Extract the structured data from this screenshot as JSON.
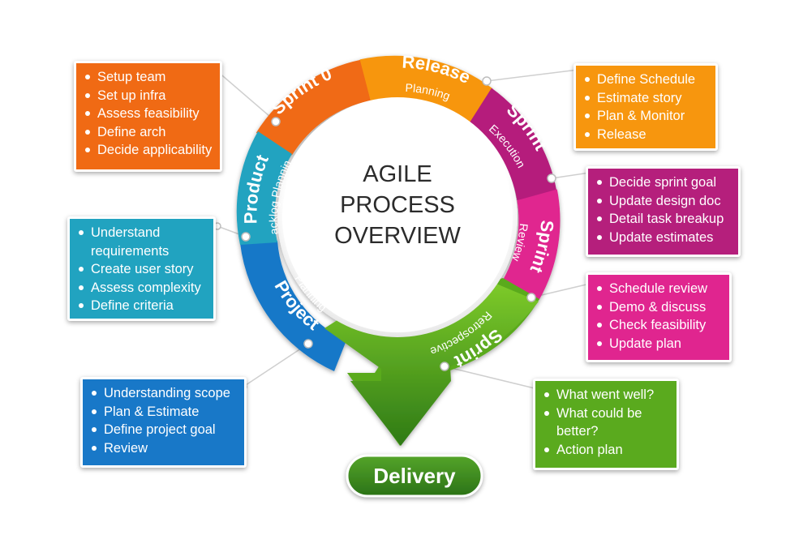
{
  "center": {
    "line1": "AGILE",
    "line2": "PROCESS",
    "line3": "OVERVIEW"
  },
  "segments": [
    {
      "title": "Sprint 0",
      "subtitle": "",
      "color": "#f06a14"
    },
    {
      "title": "Release",
      "subtitle": "Planning",
      "color": "#f7960e"
    },
    {
      "title": "Sprint",
      "subtitle": "Execution",
      "color": "#b51f7c"
    },
    {
      "title": "Sprint",
      "subtitle": "Review",
      "color": "#e0258f"
    },
    {
      "title": "Sprint",
      "subtitle": "Retrospective",
      "color": "#5aaa1e"
    },
    {
      "title": "Project",
      "subtitle": "Planning",
      "color": "#1878c8"
    },
    {
      "title": "Product",
      "subtitle": "Backlog Planning",
      "color": "#21a3c0"
    }
  ],
  "delivery": {
    "label": "Delivery",
    "color": "#3b8a1f"
  },
  "boxes": {
    "sprint0": {
      "color": "#f06a14",
      "items": [
        "Setup team",
        "Set up infra",
        "Assess feasibility",
        "Define arch",
        "Decide applicability"
      ]
    },
    "release": {
      "color": "#f7960e",
      "items": [
        "Define Schedule",
        "Estimate story",
        "Plan & Monitor",
        "Release"
      ]
    },
    "execution": {
      "color": "#b51f7c",
      "items": [
        "Decide sprint goal",
        "Update design doc",
        "Detail task breakup",
        "Update estimates"
      ]
    },
    "review": {
      "color": "#e0258f",
      "items": [
        "Schedule review",
        "Demo & discuss",
        "Check feasibility",
        "Update plan"
      ]
    },
    "retro": {
      "color": "#5aaa1e",
      "items": [
        "What went well?",
        "What could be better?",
        "Action plan"
      ]
    },
    "product": {
      "color": "#21a3c0",
      "items": [
        "Understand requirements",
        "Create user story",
        "Assess complexity",
        "Define criteria"
      ]
    },
    "project": {
      "color": "#1878c8",
      "items": [
        "Understanding scope",
        "Plan & Estimate",
        "Define project goal",
        "Review"
      ]
    }
  }
}
